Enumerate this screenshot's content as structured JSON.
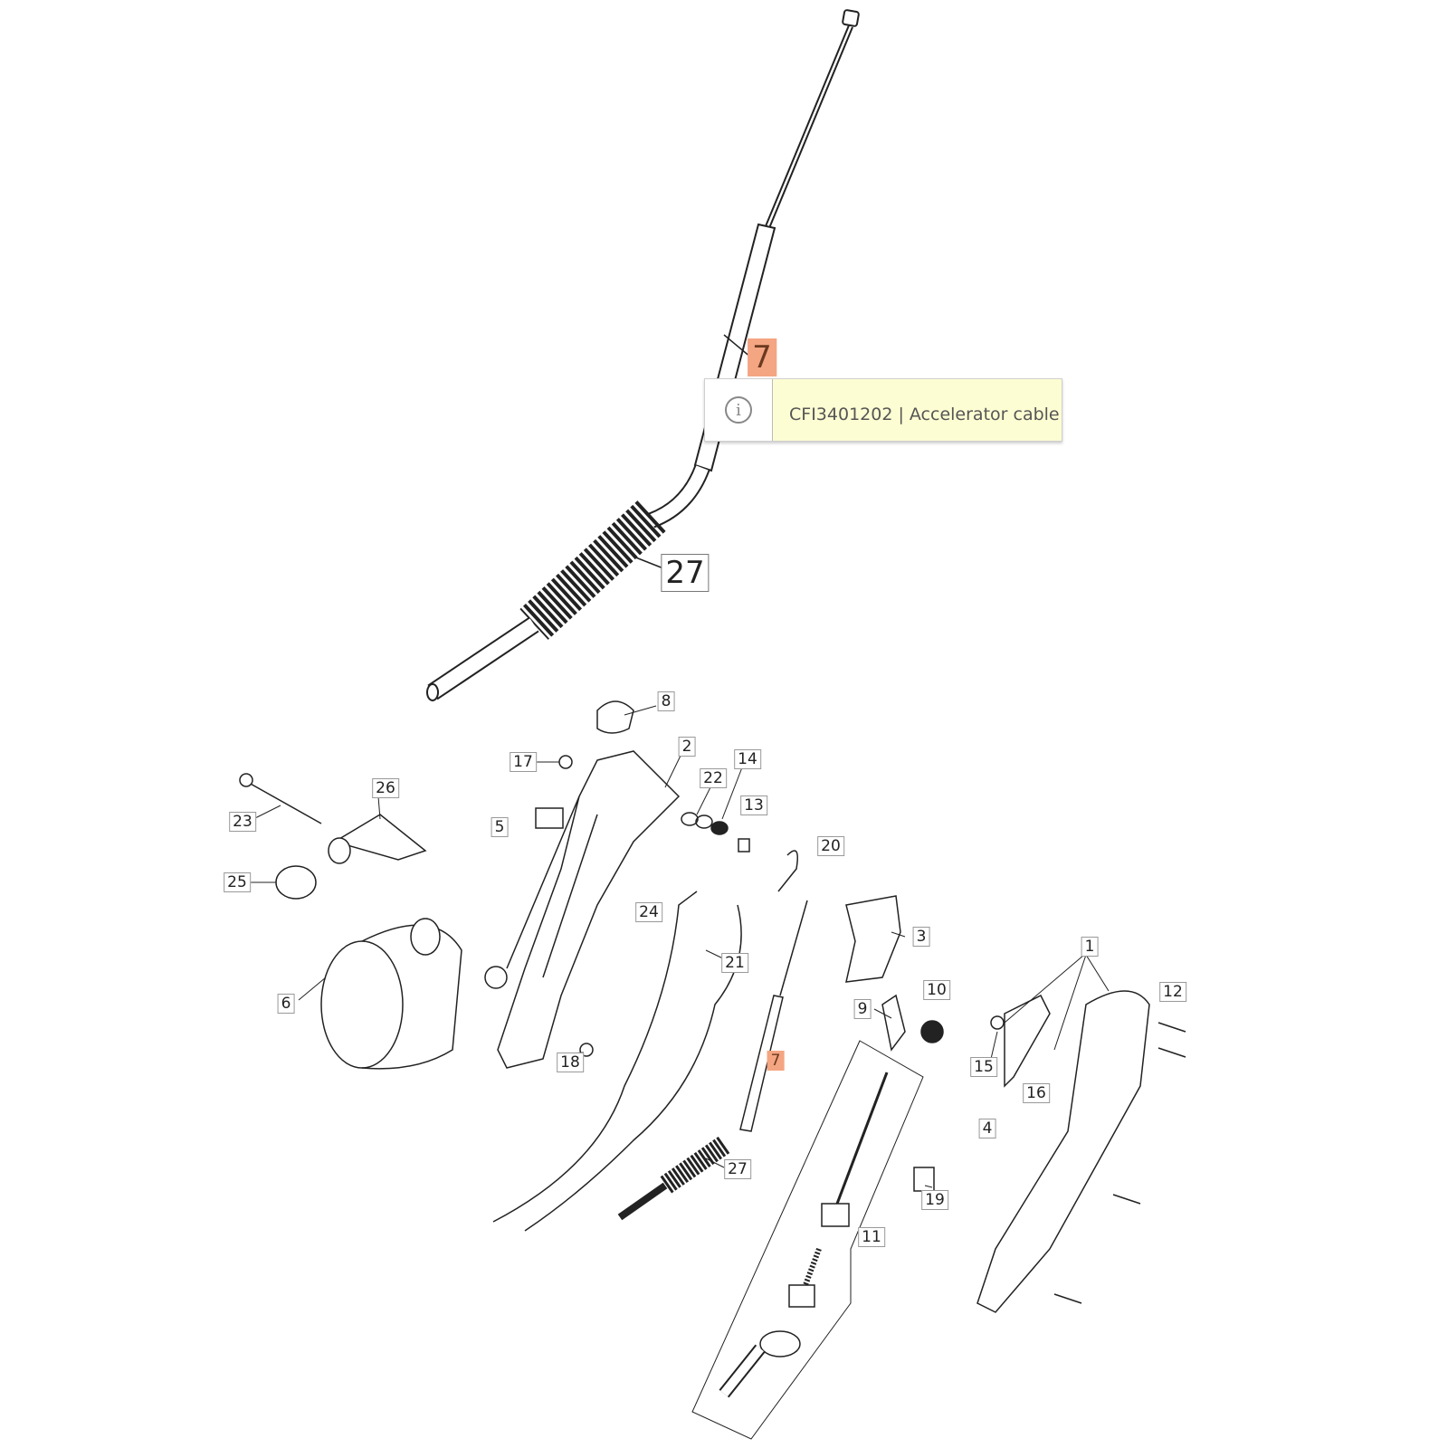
{
  "tooltip": {
    "icon": "info-icon",
    "text": "CFI3401202 | Accelerator cable"
  },
  "callouts": {
    "main_7": "7",
    "main_27": "27",
    "c8": "8",
    "c2": "2",
    "c14": "14",
    "c22": "22",
    "c17": "17",
    "c13": "13",
    "c26": "26",
    "c23": "23",
    "c5": "5",
    "c20": "20",
    "c25": "25",
    "c24": "24",
    "c3": "3",
    "c21": "21",
    "c1": "1",
    "c6": "6",
    "c10": "10",
    "c12": "12",
    "c9": "9",
    "c7": "7",
    "c18": "18",
    "c15": "15",
    "c16": "16",
    "c4": "4",
    "c27": "27",
    "c19": "19",
    "c11": "11"
  },
  "colors": {
    "highlight": "#f4a582",
    "tooltip_bg": "#fdfdd3"
  }
}
